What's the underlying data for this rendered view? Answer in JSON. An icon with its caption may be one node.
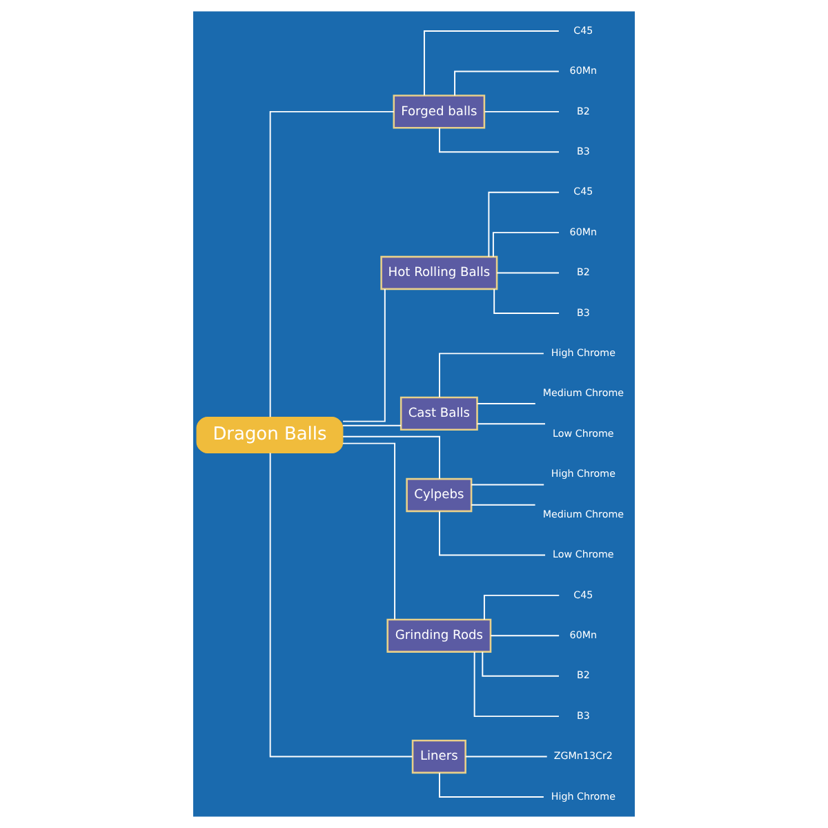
{
  "diagram": {
    "nodes": [
      {
        "text": [
          "Dragon Balls"
        ]
      },
      {
        "text": [
          "Forged balls"
        ]
      },
      {
        "text": [
          "C45"
        ]
      },
      {
        "text": [
          "60Mn"
        ]
      },
      {
        "text": [
          "B2"
        ]
      },
      {
        "text": [
          "B3"
        ]
      },
      {
        "text": [
          "Hot Rolling Balls"
        ]
      },
      {
        "text": [
          "C45"
        ]
      },
      {
        "text": [
          "60Mn"
        ]
      },
      {
        "text": [
          "B2"
        ]
      },
      {
        "text": [
          "B3"
        ]
      },
      {
        "text": [
          "Cast Balls"
        ]
      },
      {
        "text": [
          "High Chrome"
        ]
      },
      {
        "text": [
          "Medium Chrome"
        ]
      },
      {
        "text": [
          "Low Chrome"
        ]
      },
      {
        "text": [
          "Cylpebs"
        ]
      },
      {
        "text": [
          "High Chrome"
        ]
      },
      {
        "text": [
          "Medium Chrome"
        ]
      },
      {
        "text": [
          "Low Chrome"
        ]
      },
      {
        "text": [
          "Grinding Rods"
        ]
      },
      {
        "text": [
          "C45"
        ]
      },
      {
        "text": [
          "60Mn"
        ]
      },
      {
        "text": [
          "B2"
        ]
      },
      {
        "text": [
          "B3"
        ]
      },
      {
        "text": [
          "Liners"
        ]
      },
      {
        "text": [
          "ZGMn13Cr2"
        ]
      },
      {
        "text": [
          "High Chrome"
        ]
      }
    ],
    "edges": [
      {
        "from": 0,
        "to": 1,
        "arrow": "none"
      },
      {
        "from": 1,
        "to": 2,
        "arrow": "none"
      },
      {
        "from": 1,
        "to": 3,
        "arrow": "none"
      },
      {
        "from": 1,
        "to": 4,
        "arrow": "none"
      },
      {
        "from": 1,
        "to": 5,
        "arrow": "none"
      },
      {
        "from": 0,
        "to": 6,
        "arrow": "none"
      },
      {
        "from": 6,
        "to": 7,
        "arrow": "none"
      },
      {
        "from": 6,
        "to": 8,
        "arrow": "none"
      },
      {
        "from": 6,
        "to": 9,
        "arrow": "none"
      },
      {
        "from": 6,
        "to": 10,
        "arrow": "none"
      },
      {
        "from": 0,
        "to": 11,
        "arrow": "none"
      },
      {
        "from": 11,
        "to": 12,
        "arrow": "none"
      },
      {
        "from": 11,
        "to": 13,
        "arrow": "none"
      },
      {
        "from": 11,
        "to": 14,
        "arrow": "none"
      },
      {
        "from": 0,
        "to": 15,
        "arrow": "none"
      },
      {
        "from": 15,
        "to": 16,
        "arrow": "none"
      },
      {
        "from": 15,
        "to": 17,
        "arrow": "none"
      },
      {
        "from": 15,
        "to": 18,
        "arrow": "none"
      },
      {
        "from": 0,
        "to": 19,
        "arrow": "none"
      },
      {
        "from": 19,
        "to": 20,
        "arrow": "none"
      },
      {
        "from": 19,
        "to": 21,
        "arrow": "none"
      },
      {
        "from": 19,
        "to": 22,
        "arrow": "none"
      },
      {
        "from": 19,
        "to": 23,
        "arrow": "none"
      },
      {
        "from": 0,
        "to": 24,
        "arrow": "none"
      },
      {
        "from": 24,
        "to": 25,
        "arrow": "none"
      },
      {
        "from": 24,
        "to": 26,
        "arrow": "none"
      }
    ]
  }
}
